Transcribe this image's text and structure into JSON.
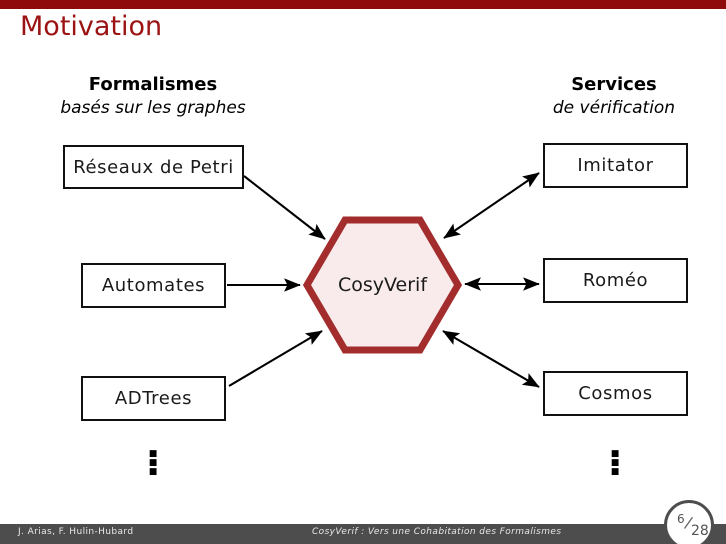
{
  "slide": {
    "title": "Motivation",
    "title_color": "#9b1313",
    "topbar_color": "#8f0b0b"
  },
  "columns": {
    "left": {
      "heading": "Formalismes",
      "subheading": "basés sur les graphes"
    },
    "right": {
      "heading": "Services",
      "subheading": "de vérification"
    }
  },
  "diagram": {
    "type": "flow",
    "center": {
      "label": "CosyVerif",
      "shape": "hexagon",
      "border_color": "#a32c2c",
      "fill_color": "#f9ebeb"
    },
    "formalisms": [
      {
        "label": "Réseaux de Petri",
        "arrow": "to-center"
      },
      {
        "label": "Automates",
        "arrow": "to-center"
      },
      {
        "label": "ADTrees",
        "arrow": "to-center"
      }
    ],
    "services": [
      {
        "label": "Imitator",
        "arrow": "bidirectional"
      },
      {
        "label": "Roméo",
        "arrow": "bidirectional"
      },
      {
        "label": "Cosmos",
        "arrow": "bidirectional"
      }
    ],
    "more_indicator_left": "⋮",
    "more_indicator_right": "⋮"
  },
  "footer": {
    "authors": "J. Arias, F. Hulin-Hubard",
    "talk_title": "CosyVerif : Vers une Cohabitation des Formalismes",
    "page_current": "6",
    "page_total": "28",
    "bar_color": "#4d4d4d"
  }
}
